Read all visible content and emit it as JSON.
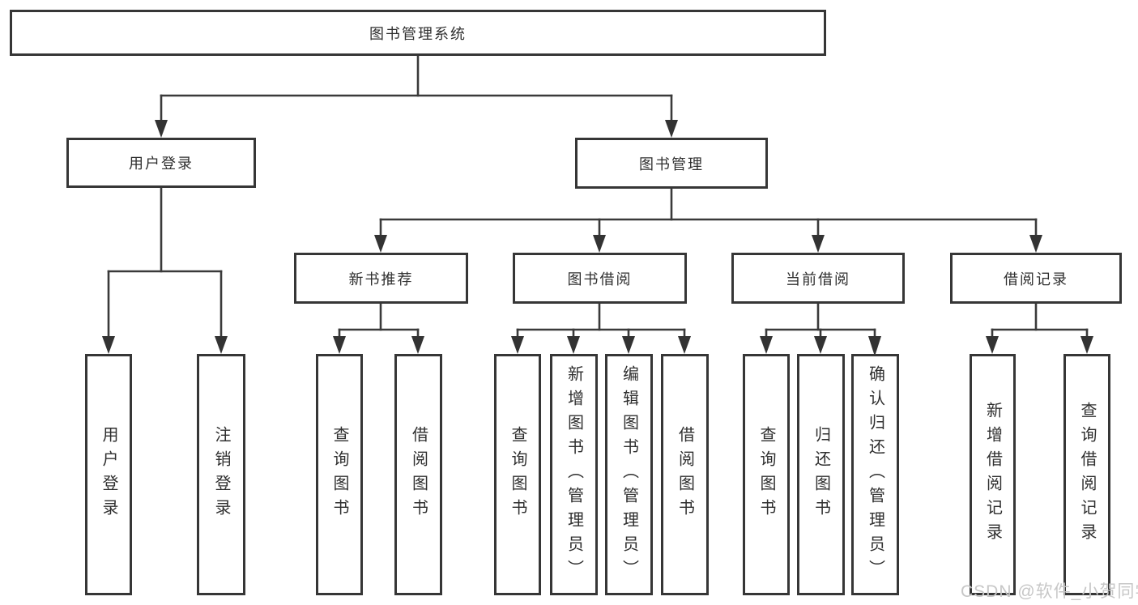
{
  "diagram": {
    "root": {
      "label": "图书管理系统"
    },
    "level2": [
      {
        "label": "用户登录",
        "parent": "图书管理系统"
      },
      {
        "label": "图书管理",
        "parent": "图书管理系统"
      }
    ],
    "level3": [
      {
        "label": "新书推荐",
        "parent": "图书管理"
      },
      {
        "label": "图书借阅",
        "parent": "图书管理"
      },
      {
        "label": "当前借阅",
        "parent": "图书管理"
      },
      {
        "label": "借阅记录",
        "parent": "图书管理"
      }
    ],
    "leaves": [
      {
        "label": "用户登录",
        "parent": "用户登录"
      },
      {
        "label": "注销登录",
        "parent": "用户登录"
      },
      {
        "label": "查询图书",
        "parent": "新书推荐"
      },
      {
        "label": "借阅图书",
        "parent": "新书推荐"
      },
      {
        "label": "查询图书",
        "parent": "图书借阅"
      },
      {
        "label": "新增图书（管理员）",
        "parent": "图书借阅"
      },
      {
        "label": "编辑图书（管理员）",
        "parent": "图书借阅"
      },
      {
        "label": "借阅图书",
        "parent": "图书借阅"
      },
      {
        "label": "查询图书",
        "parent": "当前借阅"
      },
      {
        "label": "归还图书",
        "parent": "当前借阅"
      },
      {
        "label": "确认归还（管理员）",
        "parent": "当前借阅"
      },
      {
        "label": "新增借阅记录",
        "parent": "借阅记录"
      },
      {
        "label": "查询借阅记录",
        "parent": "借阅记录"
      }
    ],
    "watermark": "CSDN @软件_小贺同学",
    "colors": {
      "line": "#3a3a3a",
      "box_border": "#363636",
      "text": "#2f2f2f",
      "watermark": "#c7c7c7",
      "background": "#ffffff"
    }
  }
}
